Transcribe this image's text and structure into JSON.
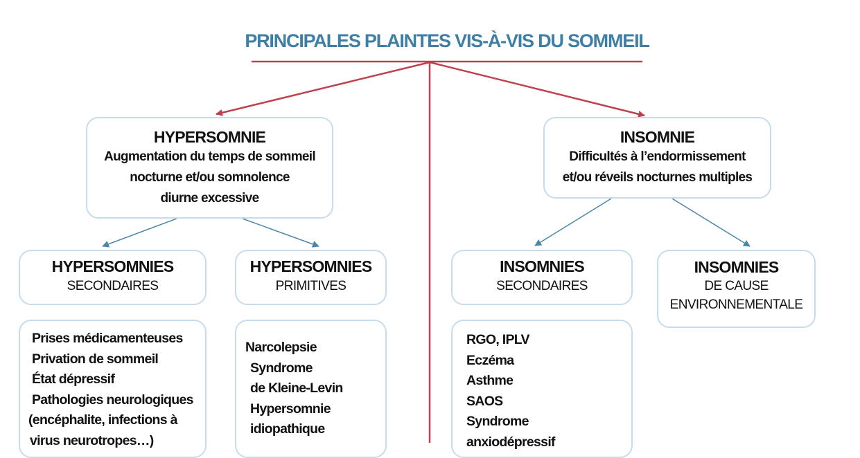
{
  "title": "PRINCIPALES PLAINTES VIS-À-VIS DU SOMMEIL",
  "colors": {
    "title": "#3f7fa6",
    "main_lines": "#c0404e",
    "sub_arrows": "#4a86a8",
    "box_border": "#c6dcec"
  },
  "hypersomnie": {
    "heading": "HYPERSOMNIE",
    "desc": [
      "Augmentation du temps de sommeil",
      "nocturne et/ou somnolence",
      "diurne excessive"
    ],
    "secondaires": {
      "heading": "HYPERSOMNIES",
      "sub": "SECONDAIRES",
      "items": [
        "Prises médicamenteuses",
        "Privation de sommeil",
        "État dépressif",
        "Pathologies neurologiques",
        "(encéphalite, infections à",
        "virus neurotropes…)"
      ]
    },
    "primitives": {
      "heading": "HYPERSOMNIES",
      "sub": "PRIMITIVES",
      "items": [
        "Narcolepsie",
        "Syndrome",
        "de Kleine-Levin",
        "Hypersomnie",
        "idiopathique"
      ]
    }
  },
  "insomnie": {
    "heading": "INSOMNIE",
    "desc": [
      "Difficultés à l’endormissement",
      "et/ou réveils nocturnes multiples"
    ],
    "secondaires": {
      "heading": "INSOMNIES",
      "sub": "SECONDAIRES",
      "items": [
        "RGO, IPLV",
        "Eczéma",
        "Asthme",
        "SAOS",
        "Syndrome",
        "anxiodépressif"
      ]
    },
    "environnementale": {
      "heading": "INSOMNIES",
      "sub": [
        "DE CAUSE",
        "ENVIRONNEMENTALE"
      ]
    }
  }
}
